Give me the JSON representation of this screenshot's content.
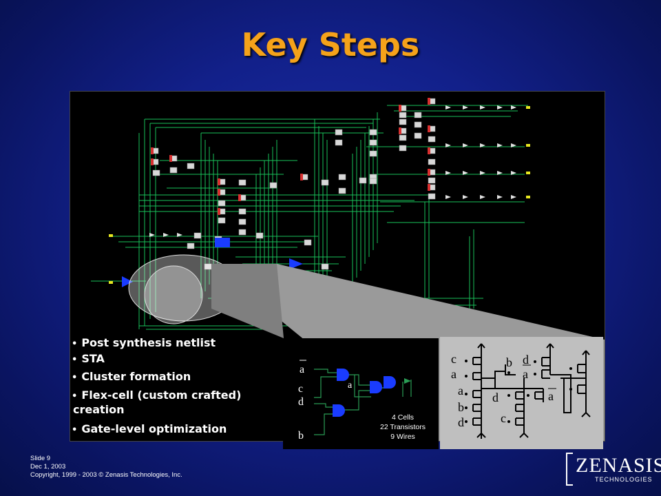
{
  "slide": {
    "title": "Key Steps",
    "bullets": [
      "Post synthesis netlist",
      "STA",
      "Cluster formation",
      "Flex-cell (custom crafted)",
      "creation",
      "Gate-level optimization"
    ]
  },
  "gate_inset": {
    "inputs": [
      "a",
      "c",
      "d",
      "b"
    ],
    "internal_label": "a",
    "stats": [
      "4 Cells",
      "22 Transistors",
      "9 Wires"
    ]
  },
  "transistor_inset": {
    "labels": [
      "c",
      "a",
      "b",
      "d",
      "a",
      "a",
      "b",
      "d",
      "d",
      "c",
      "a"
    ]
  },
  "footer": {
    "slide_number": "Slide 9",
    "date": "Dec 1, 2003",
    "copyright": "Copyright, 1999 - 2003 © Zenasis Technologies, Inc."
  },
  "logo": {
    "brand": "ZENASIS",
    "tagline": "TECHNOLOGIES"
  },
  "colors": {
    "title": "#f5a21a",
    "wire": "#19c25a",
    "background": "#12208a"
  }
}
